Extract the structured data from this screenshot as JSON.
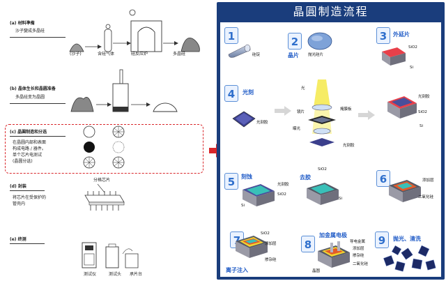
{
  "left": {
    "sec_a": {
      "title": "(a) 材料準備",
      "subtitle": "沙子變成多晶硅",
      "labels": [
        "(沙子)",
        "含硅气体",
        "硅反应炉",
        "多晶硅"
      ]
    },
    "sec_b": {
      "title": "(b) 晶体生长和晶圆准备",
      "subtitle": "多晶硅变为晶圆"
    },
    "sec_c": {
      "title": "(c) 晶圓制造和分选",
      "lines": [
        "在晶圆内部和表面",
        "构成电路 / 器件。",
        "单个芯片电测试",
        "(晶圆分选)"
      ]
    },
    "sec_d": {
      "title": "(d) 封装",
      "lines": [
        "将芯片在受保护的",
        "管壳内"
      ],
      "chip_label": "分格芯片"
    },
    "sec_e": {
      "title": "(e) 终测",
      "labels": [
        "测试仪",
        "测试头",
        "承片台"
      ]
    }
  },
  "panel": {
    "title": "晶圓制造流程",
    "steps": [
      {
        "num": "1",
        "name": "",
        "labels": [
          "硅锭"
        ]
      },
      {
        "num": "2",
        "name": "晶片",
        "labels": [
          "抛光硅片"
        ]
      },
      {
        "num": "3",
        "name": "外延片",
        "labels": [
          "SiO2",
          "Si"
        ]
      },
      {
        "num": "4",
        "name": "光刻",
        "labels": [
          "光刻胶",
          "光",
          "镜片",
          "掩膜板",
          "曝光",
          "光刻胶",
          "光刻胶",
          "SiO2",
          "Si"
        ]
      },
      {
        "num": "5",
        "name": "刻蚀",
        "name2": "去胶",
        "labels": [
          "光刻胶",
          "SiO2",
          "Si",
          "SiO2",
          "Si"
        ]
      },
      {
        "num": "6",
        "name": "",
        "labels": [
          "添加层",
          "二氧化硅"
        ]
      },
      {
        "num": "7",
        "name": "离子注入",
        "labels": [
          "SiO2",
          "添加层",
          "掺杂硅"
        ]
      },
      {
        "num": "8",
        "name": "加金属电极",
        "labels": [
          "导电金属",
          "添加层",
          "掺杂硅",
          "二氧化硅",
          "晶圆"
        ]
      },
      {
        "num": "9",
        "name": "抛光、清洗",
        "labels": []
      }
    ]
  }
}
